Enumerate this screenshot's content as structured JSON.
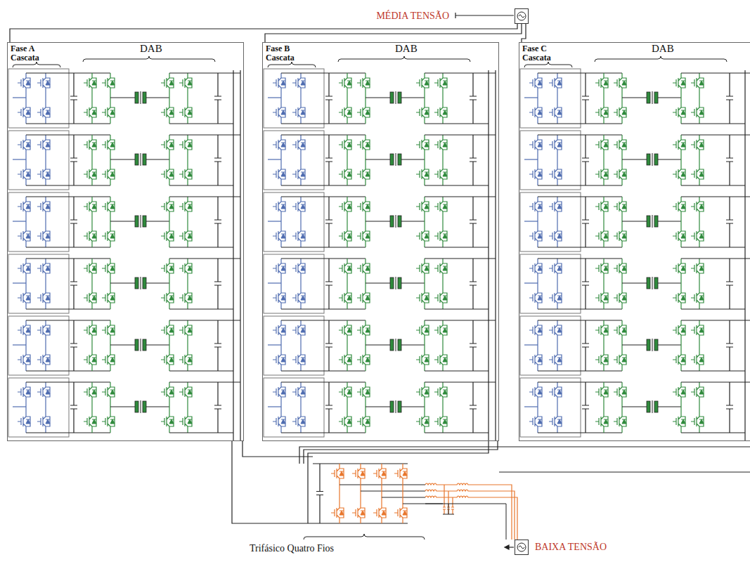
{
  "diagram": {
    "nodes": [
      {
        "text": [
          "MÉDIA TENSÃO"
        ]
      },
      {
        "text": [
          "Fase A Cascata",
          "DAB"
        ]
      },
      {
        "text": [
          "Fase B Cascata",
          "DAB"
        ]
      },
      {
        "text": [
          "Fase C Cascata",
          "DAB"
        ]
      },
      {
        "text": [
          "BAIXA TENSÃO"
        ]
      }
    ],
    "edges": [
      {
        "from": 0,
        "to": 1,
        "arrow": "none"
      },
      {
        "from": 0,
        "to": 2,
        "arrow": "none"
      },
      {
        "from": 0,
        "to": 3,
        "arrow": "none"
      }
    ],
    "labels": [
      "Trifásico Quatro Fios"
    ]
  }
}
